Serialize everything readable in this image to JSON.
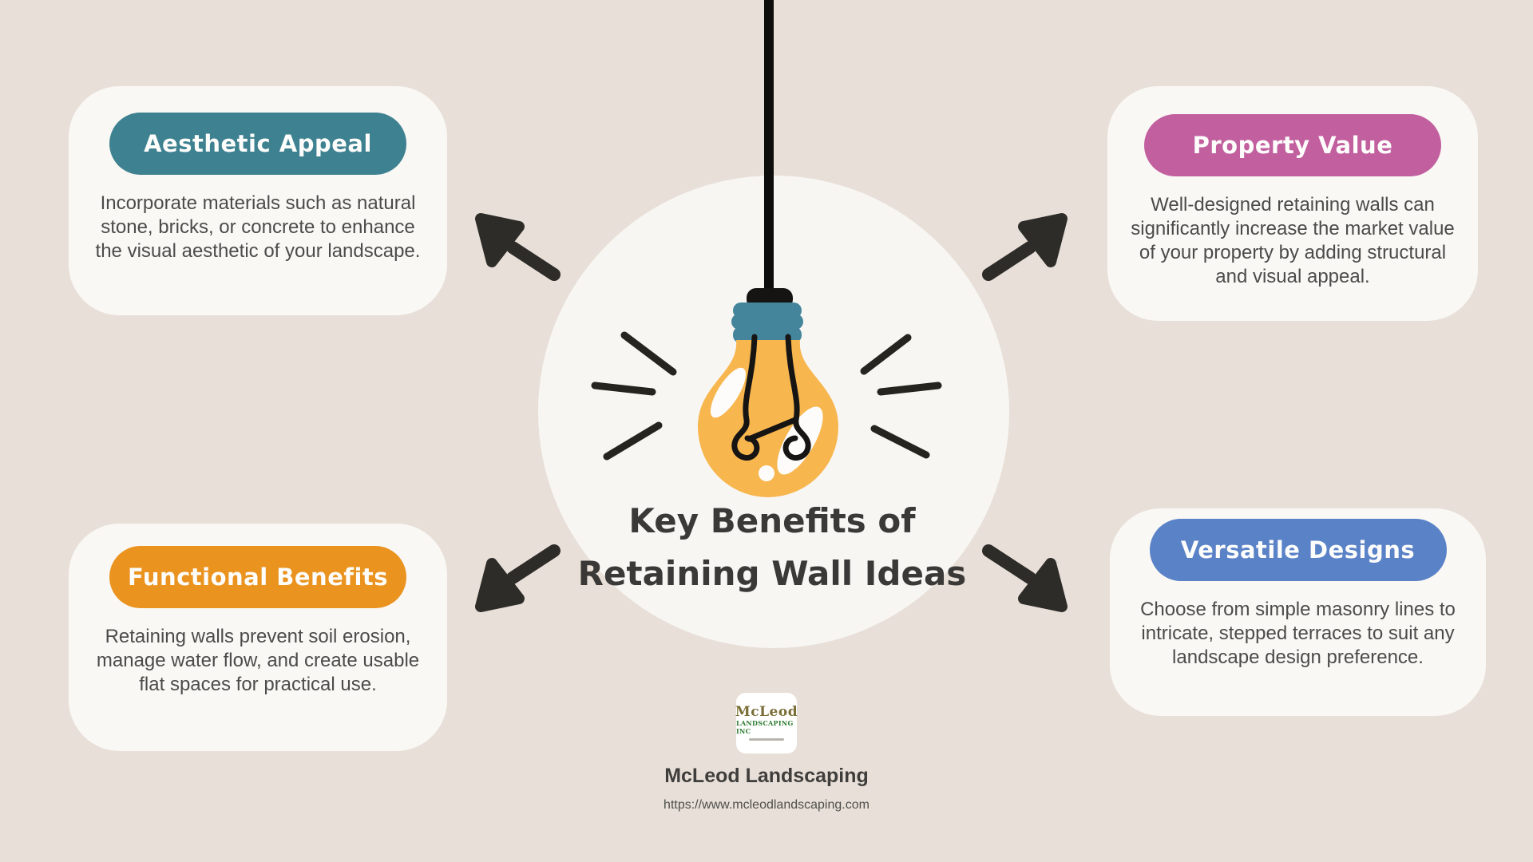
{
  "page": {
    "background_color": "#e8e0d8",
    "card_color": "#faf8f5",
    "arrow_color": "#2e2c29"
  },
  "center": {
    "title_line1": "Key Benefits of",
    "title_line2": "Retaining Wall Ideas",
    "icon": "lightbulb-icon",
    "bulb_color": "#f7b64e",
    "cap_color": "#44859b"
  },
  "cards": [
    {
      "id": "aesthetic-appeal",
      "title": "Aesthetic Appeal",
      "pill_color": "#3e8190",
      "body": "Incorporate materials such as natural stone, bricks, or concrete to enhance the visual aesthetic of your landscape."
    },
    {
      "id": "property-value",
      "title": "Property Value",
      "pill_color": "#c2609f",
      "body": "Well-designed retaining walls can significantly increase the market value of your property by adding structural and visual appeal."
    },
    {
      "id": "functional-benefits",
      "title": "Functional Benefits",
      "pill_color": "#ea931f",
      "body": "Retaining walls prevent soil erosion, manage water flow, and create usable flat spaces for practical use."
    },
    {
      "id": "versatile-designs",
      "title": "Versatile Designs",
      "pill_color": "#5a82c7",
      "body": "Choose from simple masonry lines to intricate, stepped terraces to suit any landscape design preference."
    }
  ],
  "footer": {
    "logo_line1": "McLeod",
    "logo_line2": "LANDSCAPING INC",
    "company": "McLeod Landscaping",
    "url": "https://www.mcleodlandscaping.com"
  }
}
